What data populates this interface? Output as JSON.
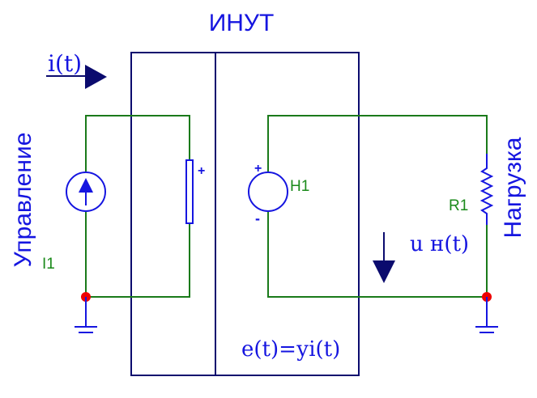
{
  "diagram": {
    "title": "ИНУТ",
    "current_label": "i(t)",
    "left_side_label": "Управление",
    "right_side_label": "Нагрузка",
    "source_label": "I1",
    "output_source_label": "H1",
    "load_label": "R1",
    "voltage_label": "u н(t)",
    "equation": "e(t)=уi(t)",
    "plus_sign": "+",
    "minus_sign": "-"
  },
  "colors": {
    "box": "#0b0b6e",
    "text_blue": "#1515e0",
    "wire": "#1a7a1a",
    "component": "#1515e0",
    "component_label": "#1a8a1a",
    "node": "#ee0000",
    "ground": "#1515e0",
    "arrow": "#0b0b6e"
  }
}
